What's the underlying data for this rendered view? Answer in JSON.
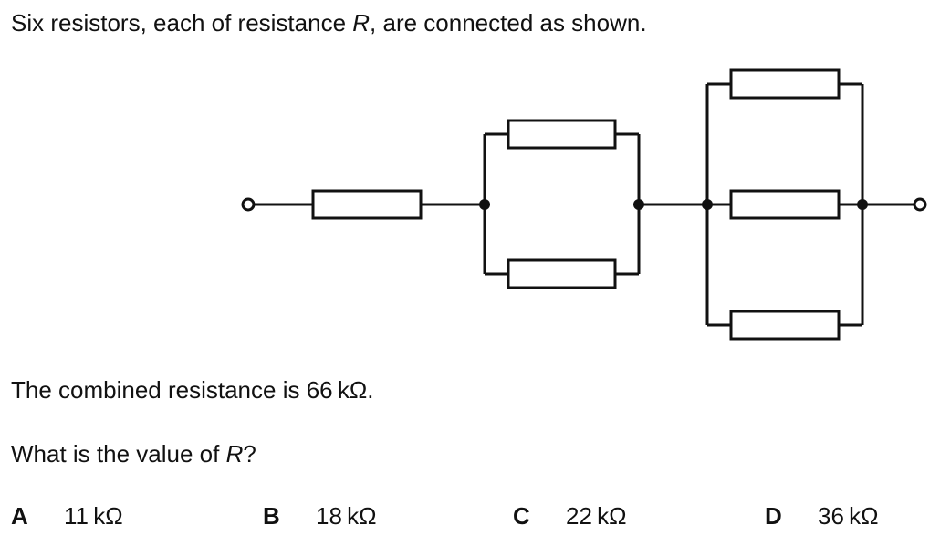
{
  "question": {
    "intro_before": "Six resistors, each of resistance ",
    "intro_var": "R",
    "intro_after": ", are connected as shown.",
    "combined": "The combined resistance is 66 kΩ.",
    "ask_before": "What is the value of ",
    "ask_var": "R",
    "ask_after": "?"
  },
  "options": [
    {
      "letter": "A",
      "value": "11 kΩ"
    },
    {
      "letter": "B",
      "value": "18 kΩ"
    },
    {
      "letter": "C",
      "value": "22 kΩ"
    },
    {
      "letter": "D",
      "value": "36 kΩ"
    }
  ]
}
